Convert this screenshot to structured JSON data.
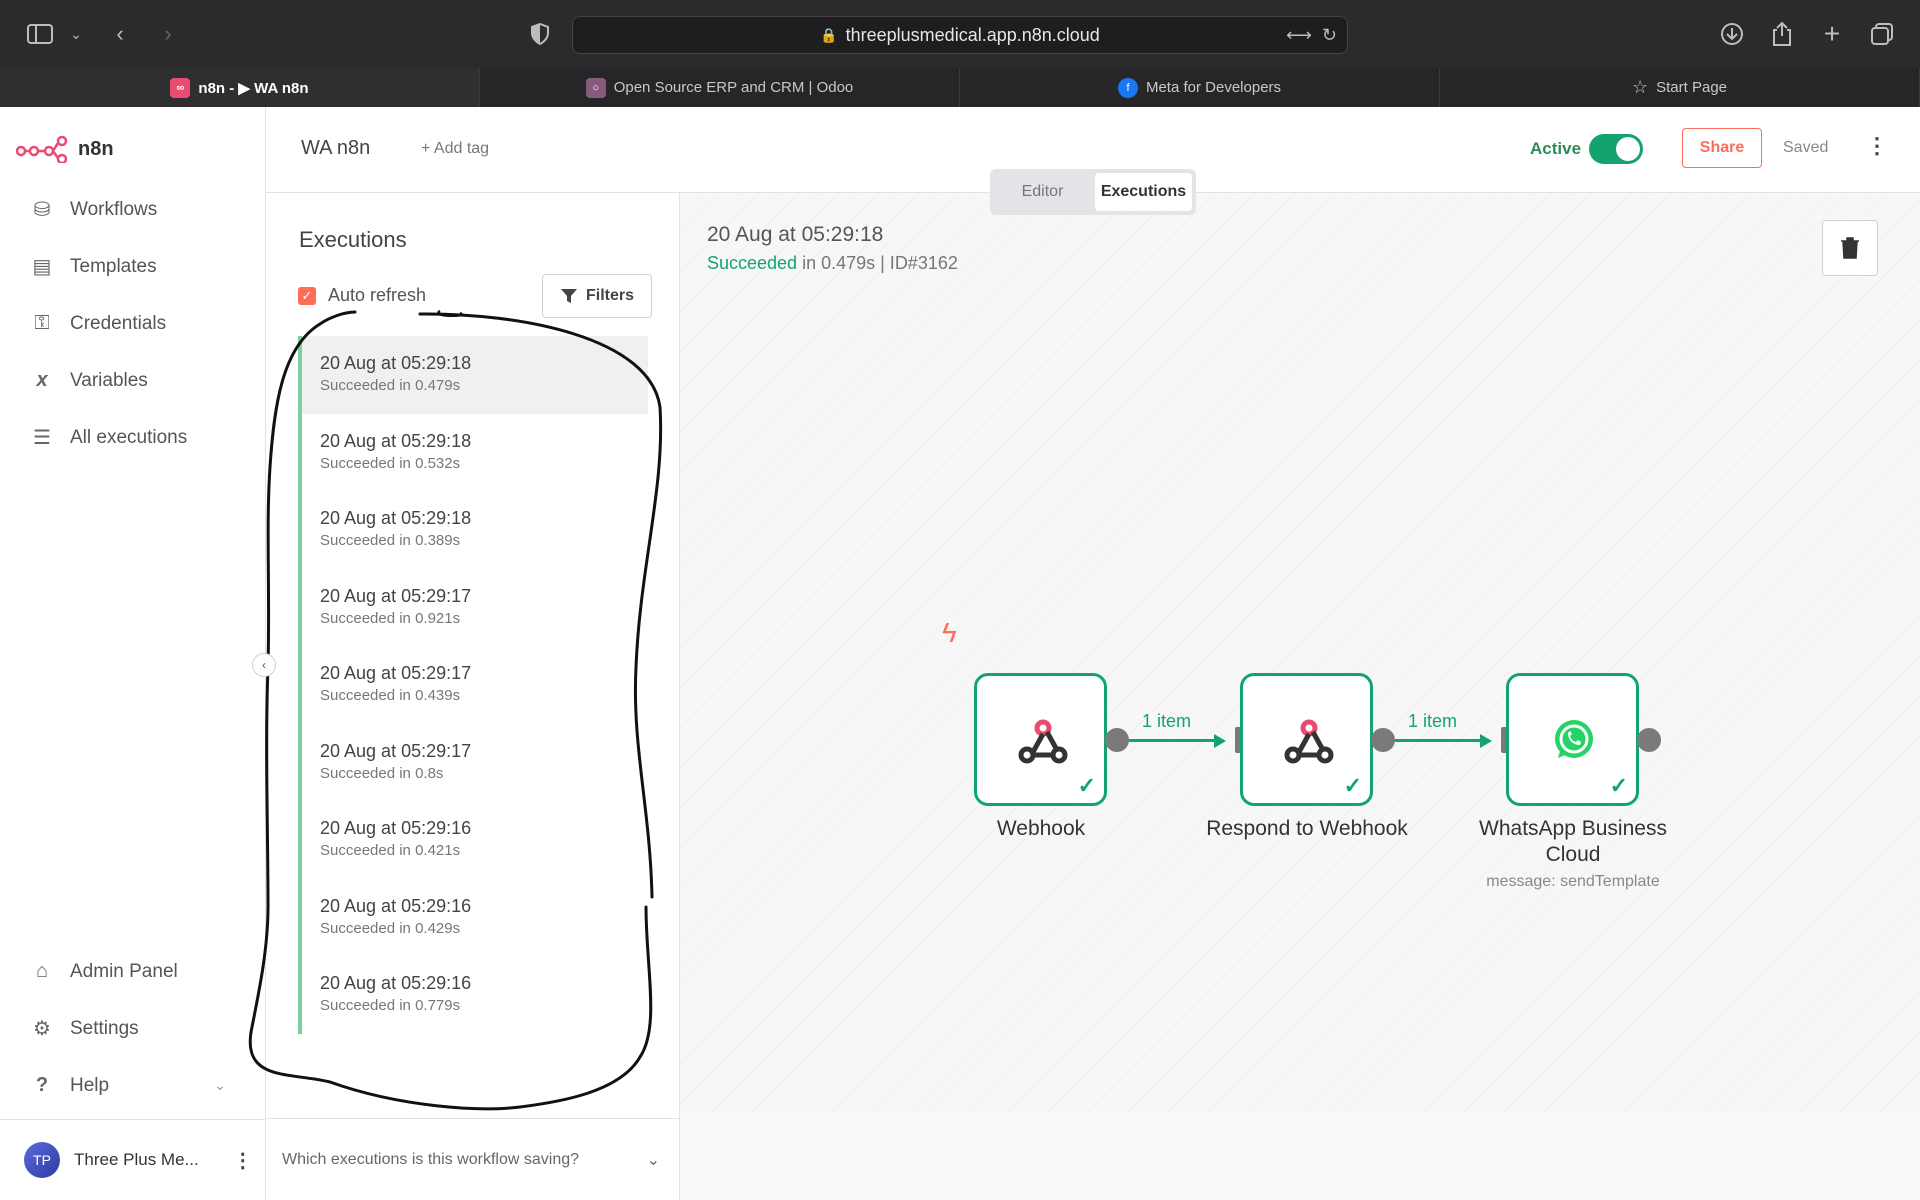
{
  "browser": {
    "url": "threeplusmedical.app.n8n.cloud",
    "tabs": [
      {
        "label": "n8n - ▶ WA n8n",
        "active": true
      },
      {
        "label": "Open Source ERP and CRM | Odoo",
        "active": false
      },
      {
        "label": "Meta for Developers",
        "active": false
      },
      {
        "label": "Start Page",
        "active": false
      }
    ]
  },
  "sidebar": {
    "logo": "n8n",
    "items": [
      {
        "label": "Workflows",
        "icon": "workflows-icon"
      },
      {
        "label": "Templates",
        "icon": "templates-icon"
      },
      {
        "label": "Credentials",
        "icon": "key-icon"
      },
      {
        "label": "Variables",
        "icon": "variables-icon"
      },
      {
        "label": "All executions",
        "icon": "list-icon"
      }
    ],
    "bottom": [
      {
        "label": "Admin Panel",
        "icon": "home-icon"
      },
      {
        "label": "Settings",
        "icon": "gear-icon"
      },
      {
        "label": "Help",
        "icon": "question-icon"
      }
    ],
    "user": {
      "initials": "TP",
      "name": "Three Plus Me..."
    }
  },
  "header": {
    "workflow_name": "WA n8n",
    "add_tag": "+ Add tag",
    "active_label": "Active",
    "share": "Share",
    "saved": "Saved",
    "modes": [
      "Editor",
      "Executions"
    ]
  },
  "executions": {
    "title": "Executions",
    "auto_refresh": "Auto refresh",
    "filters": "Filters",
    "items": [
      {
        "date": "20 Aug at 05:29:18",
        "status": "Succeeded in 0.479s"
      },
      {
        "date": "20 Aug at 05:29:18",
        "status": "Succeeded in 0.532s"
      },
      {
        "date": "20 Aug at 05:29:18",
        "status": "Succeeded in 0.389s"
      },
      {
        "date": "20 Aug at 05:29:17",
        "status": "Succeeded in 0.921s"
      },
      {
        "date": "20 Aug at 05:29:17",
        "status": "Succeeded in 0.439s"
      },
      {
        "date": "20 Aug at 05:29:17",
        "status": "Succeeded in 0.8s"
      },
      {
        "date": "20 Aug at 05:29:16",
        "status": "Succeeded in 0.421s"
      },
      {
        "date": "20 Aug at 05:29:16",
        "status": "Succeeded in 0.429s"
      },
      {
        "date": "20 Aug at 05:29:16",
        "status": "Succeeded in 0.779s"
      }
    ],
    "footer": "Which executions is this workflow saving?"
  },
  "run": {
    "date": "20 Aug at 05:29:18",
    "status_word": "Succeeded",
    "status_rest": " in 0.479s | ID#3162"
  },
  "workflow": {
    "nodes": [
      {
        "label": "Webhook",
        "sub": ""
      },
      {
        "label": "Respond to Webhook",
        "sub": ""
      },
      {
        "label": "WhatsApp Business Cloud",
        "sub": "message: sendTemplate"
      }
    ],
    "connections": [
      "1 item",
      "1 item"
    ]
  },
  "colors": {
    "accent": "#ff6d5a",
    "success": "#13a36f"
  }
}
